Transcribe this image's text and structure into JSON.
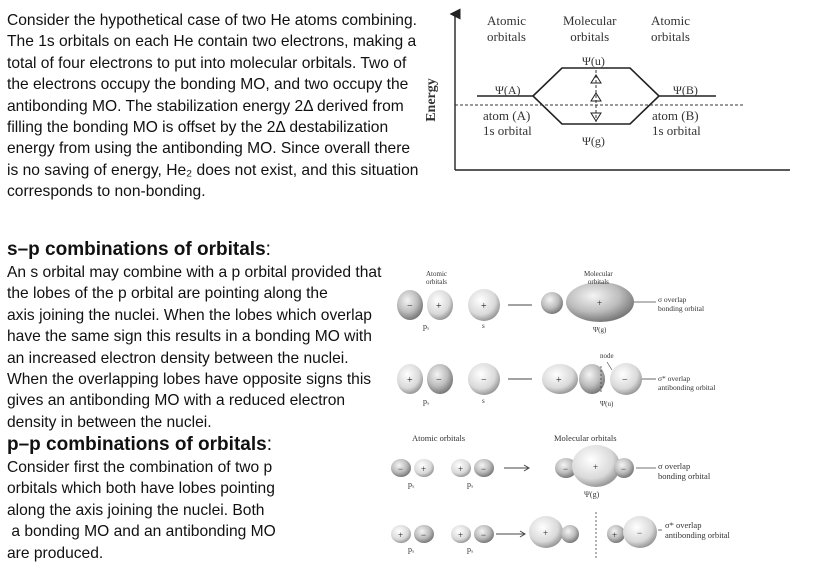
{
  "intro": {
    "lines": [
      "Consider the hypothetical case of two He atoms combining.",
      "The 1s orbitals on each He contain two electrons, making a",
      "total of four electrons to put into molecular orbitals. Two of",
      "the electrons occupy the bonding MO, and two occupy the",
      "antibonding MO. The stabilization energy 2Δ derived from",
      "filling the bonding MO is offset by the 2Δ destabilization",
      "energy from using the antibonding MO. Since overall there",
      "is no saving of energy, He₂ does not exist, and this situation",
      "corresponds to non-bonding."
    ]
  },
  "mo_diagram": {
    "energy_label": "Energy",
    "col_left": [
      "Atomic",
      "orbitals"
    ],
    "col_mid": [
      "Molecular",
      "orbitals"
    ],
    "col_right": [
      "Atomic",
      "orbitals"
    ],
    "psi_u": "Ψ(u)",
    "psi_g": "Ψ(g)",
    "psi_a": "Ψ(A)",
    "psi_b": "Ψ(B)",
    "atom_a": [
      "atom (A)",
      "1s orbital"
    ],
    "atom_b": [
      "atom (B)",
      "1s orbital"
    ]
  },
  "sp_section": {
    "heading": "s–p combinations of orbitals",
    "lines": [
      "An s orbital may combine with a p orbital provided that",
      "the lobes of the p orbital are pointing along the",
      "axis joining the nuclei. When the lobes which overlap",
      "have the same sign this results in a bonding MO with",
      "an increased electron density between the nuclei.",
      "When the overlapping lobes have opposite signs this",
      "gives an antibonding MO with a reduced electron",
      "density in between the nuclei."
    ],
    "fig": {
      "atomic": [
        "Atomic",
        "orbitals"
      ],
      "molecular": [
        "Molecular",
        "orbitals"
      ],
      "sigma_bond": [
        "σ overlap",
        "bonding orbital"
      ],
      "sigma_anti": [
        "σ* overlap",
        "antibonding orbital"
      ],
      "px": "pₓ",
      "s": "s",
      "psi_g": "Ψ(g)",
      "psi_u": "Ψ(u)",
      "node": "node"
    }
  },
  "pp_section": {
    "heading": "p–p combinations of orbitals",
    "lines": [
      "Consider first the combination of two p",
      "orbitals which both have lobes pointing",
      "along the axis joining the nuclei. Both",
      " a bonding MO and an antibonding MO",
      "are produced."
    ],
    "fig": {
      "atomic": "Atomic orbitals",
      "molecular": "Molecular orbitals",
      "sigma_bond": [
        "σ overlap",
        "bonding orbital"
      ],
      "sigma_anti": [
        "σ* overlap",
        "antibonding orbital"
      ],
      "px": "pₓ",
      "psi_g": "Ψ(g)"
    }
  }
}
